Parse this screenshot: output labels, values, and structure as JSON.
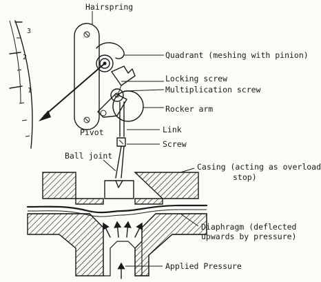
{
  "labels": {
    "hairspring": "Hairspring",
    "quadrant": "Quadrant (meshing with pinion)",
    "locking_screw": "Locking screw",
    "multiplication_screw": "Multiplication screw",
    "rocker_arm": "Rocker arm",
    "pivot": "Pivot",
    "link": "Link",
    "screw": "Screw",
    "ball_joint": "Ball joint",
    "casing_line1": "Casing (acting as overload",
    "casing_line2": "stop)",
    "diaphragm_line1": "Diaphragm (deflected",
    "diaphragm_line2": "upwards by pressure)",
    "applied_pressure": "Applied Pressure"
  },
  "scale": {
    "ticks": [
      "1",
      "2",
      "3"
    ]
  }
}
